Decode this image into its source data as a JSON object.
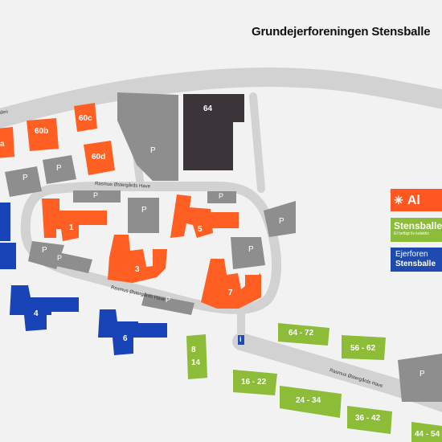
{
  "map": {
    "title": "Grundejerforeningen Stensballe",
    "road_labels": {
      "top_left": "den",
      "upper": "Rasmus Østergårds Have",
      "middle": "Rasmus Østergårds Have",
      "lower": "Rasmus Østergårds Have"
    },
    "parking_label": "P",
    "info_marker": "i",
    "colors": {
      "orange": "#ff5f23",
      "dark": "#3b3438",
      "parking_gray": "#8e8e8e",
      "green": "#8cbc38",
      "blue": "#1944b8",
      "road": "#d2d2d2"
    },
    "buildings": {
      "orange": [
        "a",
        "60b",
        "60c",
        "60d",
        "1",
        "3",
        "5",
        "7"
      ],
      "dark": [
        "64"
      ],
      "blue": [
        "4",
        "6"
      ],
      "green": [
        "8\n14",
        "64 - 72",
        "56 - 62",
        "16 - 22",
        "24 - 34",
        "36 - 42",
        "44 - 54"
      ]
    },
    "logos": {
      "alm_brand": "Al",
      "alm_brand_mark": "✳",
      "stensballe_big": "Stensballe",
      "stensballe_small": "Et heftigt liv kolektiv",
      "ejerforening_line1": "Ejerforen",
      "ejerforening_line2": "Stensballe"
    }
  }
}
